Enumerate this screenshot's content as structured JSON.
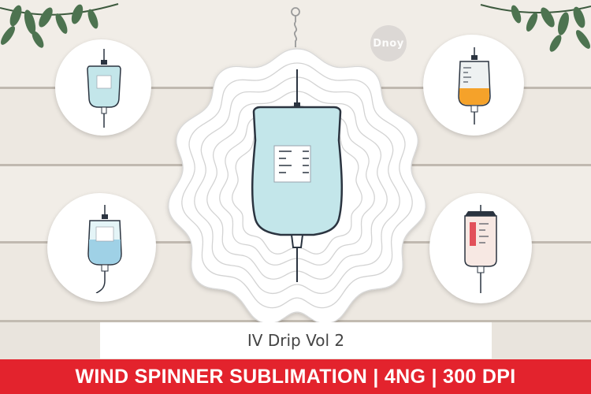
{
  "product": {
    "title": "IV Drip Vol 2",
    "banner": "WIND SPINNER SUBLIMATION | 4NG | 300 DPI",
    "watermark": "Dnoy"
  },
  "colors": {
    "banner_bg": "#e3232d",
    "banner_text": "#ffffff",
    "bag_blue": "#bfe6ea",
    "bag_orange_fluid": "#f5a22a",
    "bag_red_label": "#e2505a",
    "outline": "#2b3440"
  },
  "illustrations": [
    {
      "name": "main-iv-bag-icon",
      "fluid": "light-blue"
    },
    {
      "name": "iv-bag-light-blue-icon",
      "fluid": "light-blue"
    },
    {
      "name": "iv-bag-orange-icon",
      "fluid": "orange"
    },
    {
      "name": "iv-bag-blue-icon",
      "fluid": "blue"
    },
    {
      "name": "iv-bag-red-label-icon",
      "fluid": "pink"
    }
  ]
}
